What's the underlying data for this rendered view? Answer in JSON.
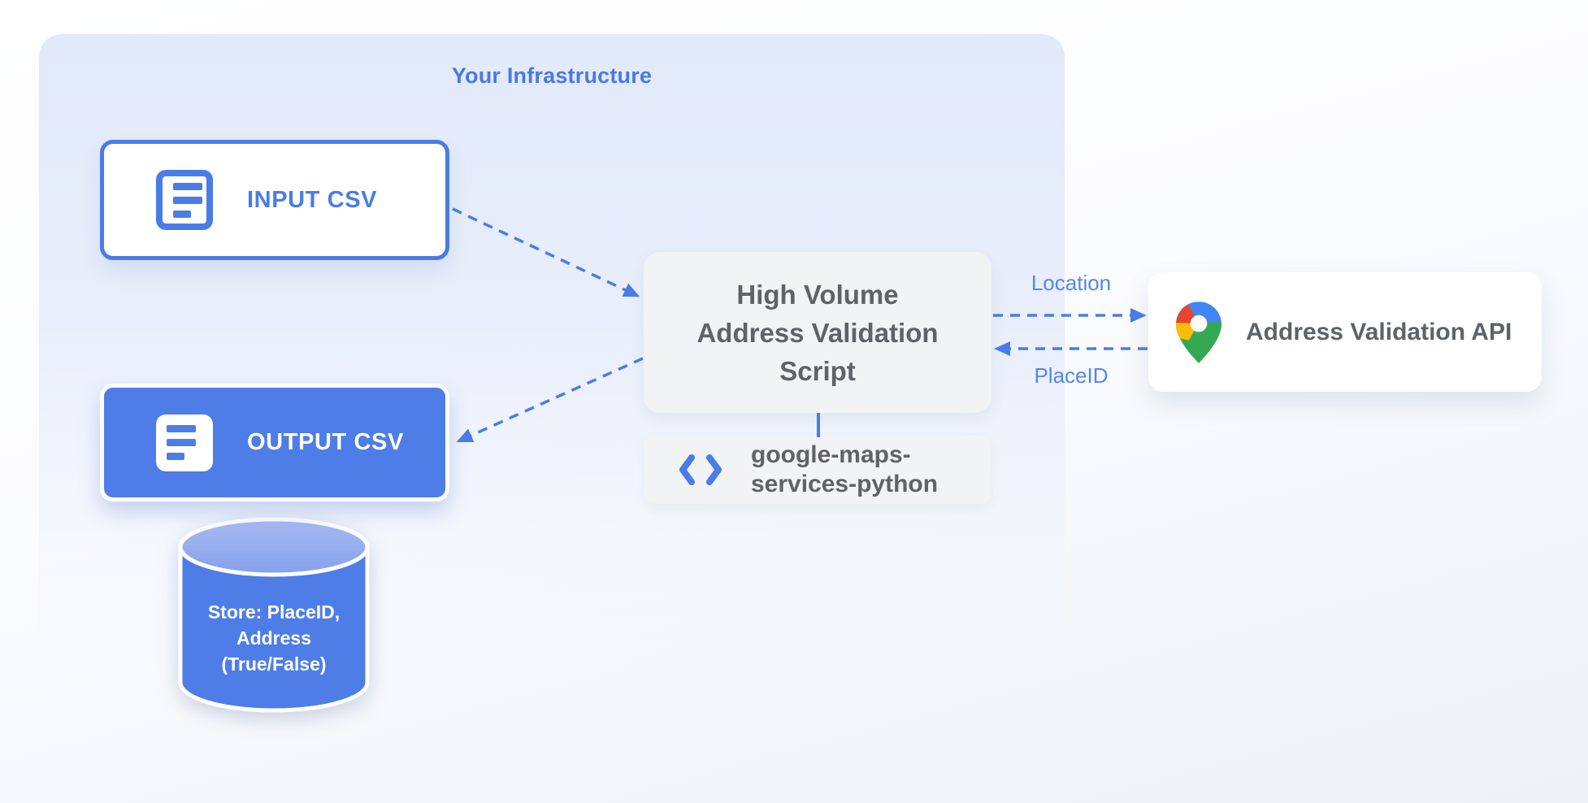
{
  "diagram_title": "Your Infrastructure",
  "nodes": {
    "input_csv": {
      "label": "INPUT CSV",
      "icon": "document-icon"
    },
    "output_csv": {
      "label": "OUTPUT CSV",
      "icon": "document-icon"
    },
    "script": {
      "lines": [
        "High Volume",
        "Address Validation",
        "Script"
      ]
    },
    "library": {
      "lines": [
        "google-maps-",
        "services-python"
      ],
      "icon": "code-icon"
    },
    "api": {
      "label": "Address Validation API",
      "icon": "google-maps-pin-icon"
    },
    "datastore": {
      "lines": [
        "Store: PlaceID,",
        "Address",
        "(True/False)"
      ],
      "icon": "database-cylinder-icon"
    }
  },
  "edges": {
    "input_to_script": {
      "style": "dashed-arrow"
    },
    "script_to_output": {
      "style": "dashed-arrow"
    },
    "script_to_api": {
      "label": "Location",
      "style": "dashed-arrow"
    },
    "api_to_script": {
      "label": "PlaceID",
      "style": "dashed-arrow"
    },
    "script_to_library": {
      "style": "solid-line"
    }
  },
  "colors": {
    "accent": "#4a7ce8",
    "accent_dark": "#4a79e2",
    "label_blue": "#5486ee",
    "node_blue": "#4e7de7",
    "panel_gray": "#f1f3f4",
    "text_gray": "#5f6368",
    "cyl_top_light": "#a7bbf1",
    "cyl_top_dark": "#84a1ec",
    "pin_red": "#ea4335",
    "pin_blue": "#4285f4",
    "pin_yellow": "#fbbc04",
    "pin_green": "#34a853"
  }
}
